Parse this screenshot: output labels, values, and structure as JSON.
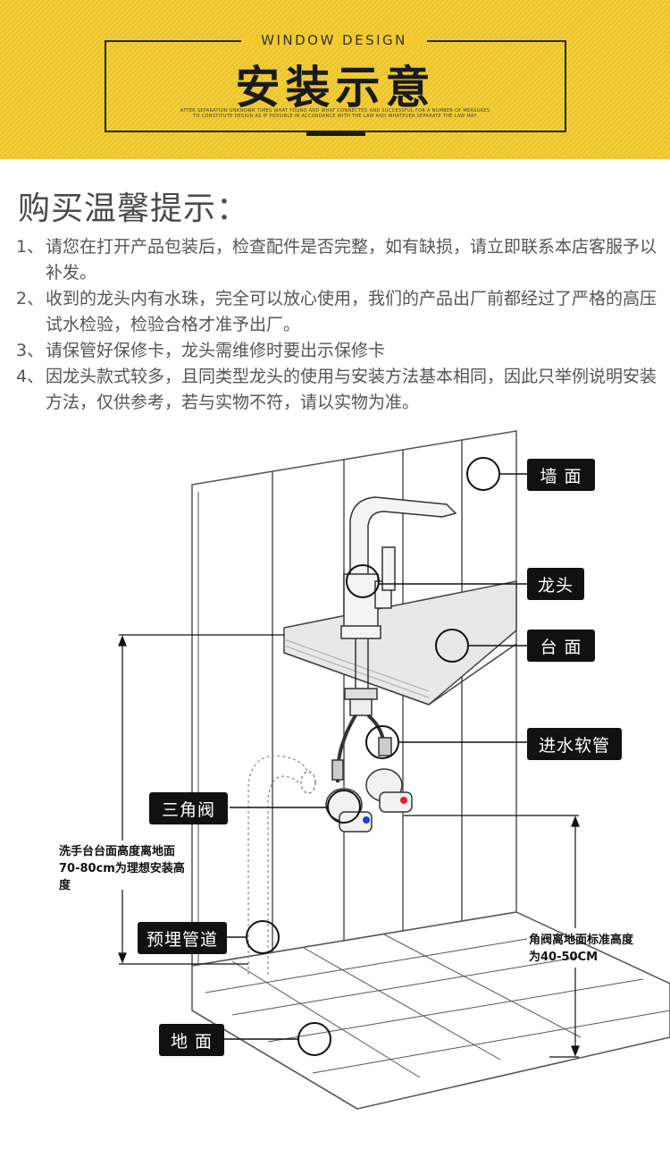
{
  "header": {
    "subtitle": "WINDOW DESIGN",
    "title": "安装示意",
    "fine_print": "AFTER SEPARATION UNKNOWN TIMES WHAT FOUND AND WHAT CONNECTED AND SUCCESSFUL FOR A NUMBER OF MEASURES TO CONSTITUTE DESIGN AS IF POSSIBLE IN ACCORDANCE WITH THE LAW AND WHATEVER SEPARATE THE LAW MAY"
  },
  "tips": {
    "heading": "购买温馨提示：",
    "items": [
      {
        "num": "1、",
        "text": "请您在打开产品包装后，检查配件是否完整，如有缺损，请立即联系本店客服予以补发。"
      },
      {
        "num": "2、",
        "text": "收到的龙头内有水珠，完全可以放心使用，我们的产品出厂前都经过了严格的高压试水检验，检验合格才准予出厂。"
      },
      {
        "num": "3、",
        "text": "请保管好保修卡，龙头需维修时要出示保修卡"
      },
      {
        "num": "4、",
        "text": "因龙头款式较多，且同类型龙头的使用与安装方法基本相同，因此只举例说明安装方法，仅供参考，若与实物不符，请以实物为准。"
      }
    ]
  },
  "diagram": {
    "labels": {
      "wall": "墙 面",
      "faucet": "龙头",
      "counter": "台 面",
      "inlet_hose": "进水软管",
      "angle_valve": "三角阀",
      "embedded_pipe": "预埋管道",
      "floor": "地 面"
    },
    "notes": {
      "counter_height": "洗手台台面高度离地面70-80cm为理想安装高度",
      "valve_height": "角阀离地面标准高度为40-50CM"
    },
    "colors": {
      "hot": "#e0202a",
      "cold": "#1a3fd8",
      "label_bg": "#111111"
    }
  }
}
